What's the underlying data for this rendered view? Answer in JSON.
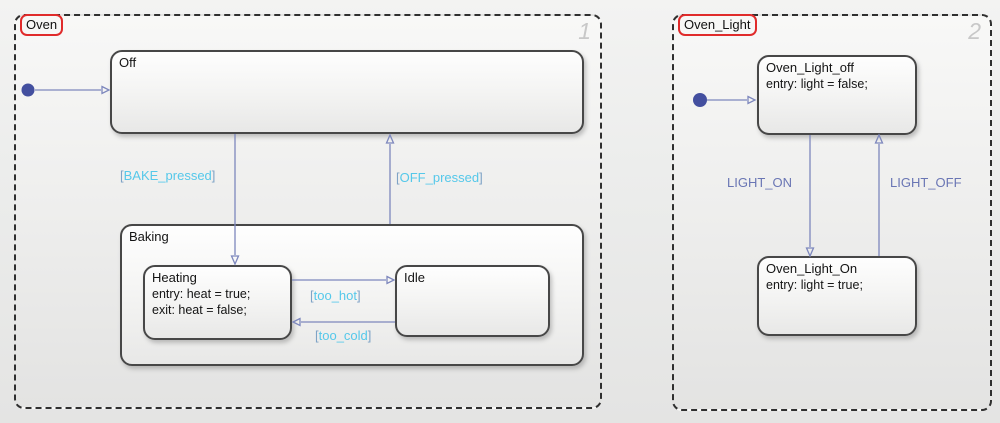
{
  "oven_chart": {
    "title": "Oven",
    "order_badge": "1",
    "states": {
      "off": {
        "name": "Off"
      },
      "baking": {
        "name": "Baking"
      },
      "heating": {
        "name": "Heating",
        "line1": "entry: heat = true;",
        "line2": "exit: heat = false;"
      },
      "idle": {
        "name": "Idle"
      }
    },
    "transitions": {
      "bake_pressed": {
        "open": "[",
        "condition": "BAKE_pressed",
        "close": "]"
      },
      "off_pressed": {
        "open": "[",
        "condition": "OFF_pressed",
        "close": "]"
      },
      "too_hot": {
        "open": "[",
        "condition": "too_hot",
        "close": "]"
      },
      "too_cold": {
        "open": "[",
        "condition": "too_cold",
        "close": "]"
      }
    }
  },
  "oven_light_chart": {
    "title": "Oven_Light",
    "order_badge": "2",
    "states": {
      "oven_light_off": {
        "name": "Oven_Light_off",
        "line1": "entry: light = false;"
      },
      "oven_light_on": {
        "name": "Oven_Light_On",
        "line1": "entry: light = true;"
      }
    },
    "transitions": {
      "light_on": {
        "event": "LIGHT_ON"
      },
      "light_off": {
        "event": "LIGHT_OFF"
      }
    }
  },
  "colors": {
    "condition_text": "#55c8ea",
    "condition_bracket": "#7fa3c6",
    "event_text": "#6a76b4",
    "transition_line": "#7d87bd",
    "initial_dot": "#434f9f",
    "selected_title_outline": "#e02b2b",
    "state_border": "#474747",
    "order_badge_text": "#c8c8c8"
  }
}
